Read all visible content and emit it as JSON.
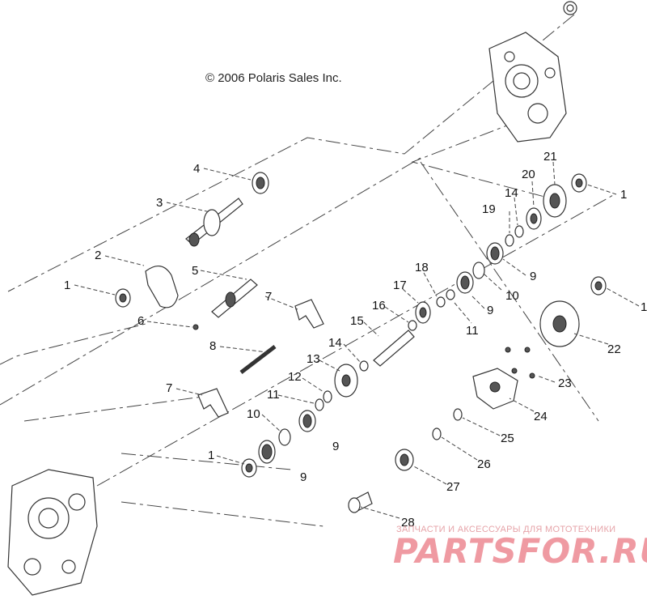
{
  "copyright": "© 2006 Polaris Sales Inc.",
  "watermark": {
    "tagline": "ЗАПЧАСТИ И АКСЕССУАРЫ ДЛЯ МОТОТЕХНИКИ",
    "brand": "PARTSFOR.RU",
    "color": "#ef9aa2"
  },
  "callouts": {
    "c1a": "1",
    "c1b": "1",
    "c1c": "1",
    "c1d": "1",
    "c2": "2",
    "c3": "3",
    "c4": "4",
    "c5": "5",
    "c6": "6",
    "c7a": "7",
    "c7b": "7",
    "c8": "8",
    "c9a": "9",
    "c9b": "9",
    "c9c": "9",
    "c9d": "9",
    "c10a": "10",
    "c10b": "10",
    "c11a": "11",
    "c11b": "11",
    "c12": "12",
    "c13": "13",
    "c14a": "14",
    "c14b": "14",
    "c15": "15",
    "c16": "16",
    "c17": "17",
    "c18": "18",
    "c19": "19",
    "c20": "20",
    "c21": "21",
    "c22": "22",
    "c23": "23",
    "c24": "24",
    "c25": "25",
    "c26": "26",
    "c27": "27",
    "c28": "28"
  }
}
